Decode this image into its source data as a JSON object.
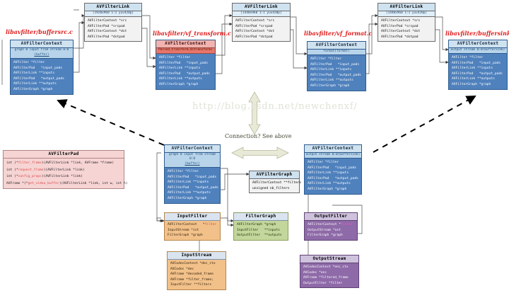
{
  "diagram": {
    "watermark": "http://blog.csdn.net/newchenxf/",
    "connection_note": "Connection? See above",
    "file_labels": [
      {
        "id": "buffersrc",
        "text": "libavfilter/buffersrc.c"
      },
      {
        "id": "transform",
        "text": "libavfilter/vf_transform.c"
      },
      {
        "id": "format",
        "text": "libavfilter/vf_format.c"
      },
      {
        "id": "buffersink",
        "text": "libavfilter/buffersink.c"
      }
    ],
    "boxes": {
      "link_left": {
        "title": "AVFilterLink",
        "subtitle": "[1920x960 1:1 yuv420p]",
        "rows": [
          "AVFilterContext *src",
          "AVFilterPad *srcpad",
          "AVFilterContext *dst",
          "AVFilterPad *dstpad"
        ]
      },
      "link_mid": {
        "title": "AVFilterLink",
        "subtitle": "[1440x960 1:1 yuv420p]",
        "rows": [
          "AVFilterContext *src",
          "AVFilterPad *srcpad",
          "AVFilterContext *dst",
          "AVFilterPad *dstpad"
        ]
      },
      "link_right": {
        "title": "AVFilterLink",
        "subtitle": "[1440x960 1:1 yuv420p]",
        "rows": [
          "AVFilterContext *src",
          "AVFilterPad *srcpad",
          "AVFilterContext *dst",
          "AVFilterPad *dstpad"
        ]
      },
      "ctx_buffersrc": {
        "title": "AVFilterContext",
        "subtitle": "graph 0 input from stream 0:0",
        "subtitle2": "(buffer)",
        "rows": [
          "AVFilter *filter",
          "AVFilterPad   *input_pads",
          "AVFilterLink **inputs",
          "AVFilterPad   *output_pads",
          "AVFilterLink **outputs",
          "AVFilterGraph *graph"
        ]
      },
      "ctx_transform": {
        "title": "AVFilterContext",
        "subtitle": "Parsed_transform_0(transform)",
        "rows": [
          "AVFilter *filter",
          "AVFilterPad   *input_pads",
          "AVFilterLink **inputs",
          "AVFilterPad   *output_pads",
          "AVFilterLink **outputs",
          "AVFilterGraph *graph"
        ]
      },
      "ctx_format": {
        "title": "AVFilterContext",
        "subtitle": "format(format)",
        "rows": [
          "AVFilter *filter",
          "AVFilterPad   *input_pads",
          "AVFilterLink **inputs",
          "AVFilterPad   *output_pads",
          "AVFilterLink **outputs",
          "AVFilterGraph *graph"
        ]
      },
      "ctx_buffersink": {
        "title": "AVFilterContext",
        "subtitle": "output stream 0:0(buffersink)",
        "rows": [
          "AVFilter *filter",
          "AVFilterPad   *input_pads",
          "AVFilterLink **inputs",
          "AVFilterPad   *output_pads",
          "AVFilterLink **outputs",
          "AVFilterGraph *graph"
        ]
      },
      "avfilterpad": {
        "title": "AVFilterPad",
        "rows": [
          {
            "pre": "int (*",
            "hl": "filter_frame",
            "post": ")(AVFilterLink *link, AVFrame *frame)"
          },
          {
            "pre": "int (*",
            "hl": "request_frame",
            "post": ")(AVFilterLink *link)"
          },
          {
            "pre": "int (*",
            "hl": "config_props",
            "post": ")(AVFilterLink *link)"
          },
          {
            "pre": "AVFrame *(*",
            "hl": "get_video_buffer",
            "post": ")(AVFilterLink *link, int w, int h)"
          }
        ]
      },
      "ctx_bottom_src": {
        "title": "AVFilterContext",
        "subtitle": "graph 0 input from stream 0:0",
        "subtitle2": "(buffer)",
        "rows": [
          "AVFilter *filter",
          "AVFilterPad   *input_pads",
          "AVFilterLink **inputs",
          "AVFilterPad   *output_pads",
          "AVFilterLink **outputs",
          "AVFilterGraph *graph"
        ]
      },
      "ctx_bottom_sink": {
        "title": "AVFilterContext",
        "subtitle": "output stream 0:0(buffersink)",
        "rows": [
          "AVFilter *filter",
          "AVFilterPad   *input_pads",
          "AVFilterLink **inputs",
          "AVFilterPad   *output_pads",
          "AVFilterLink **outputs",
          "AVFilterGraph *graph"
        ]
      },
      "avfiltergraph": {
        "title": "AVFilterGraph",
        "rows": [
          "AVFilterContext **filters",
          "unsigned nb_filters"
        ]
      },
      "inputfilter": {
        "title": "InputFilter",
        "rows": [
          {
            "pre": "AVFilterContext   *",
            "hl": "filter",
            "post": ""
          },
          {
            "pre": "InputStream *ist",
            "hl": "",
            "post": ""
          },
          {
            "pre": "FilterGraph *graph",
            "hl": "",
            "post": ""
          }
        ]
      },
      "filtergraph": {
        "title": "FilterGraph",
        "rows": [
          "AVFilterGraph *graph",
          "InputFilter   **inputs",
          "OutputFilter  **outputs"
        ]
      },
      "outputfilter": {
        "title": "OutputFilter",
        "rows": [
          {
            "pre": "AVFilterContext *",
            "hl": "filter",
            "post": ""
          },
          {
            "pre": "OutputStream *ost",
            "hl": "",
            "post": ""
          },
          {
            "pre": "FilterGraph *graph",
            "hl": "",
            "post": ""
          }
        ]
      },
      "inputstream": {
        "title": "InputStream",
        "rows": [
          {
            "pre": "",
            "hl": "AVCodecContext *dec_ctx",
            "post": ""
          },
          {
            "pre": "AVCodec *dec",
            "hl": "",
            "post": ""
          },
          {
            "pre": "AVFrame *decoded_frame",
            "hl": "",
            "post": ""
          },
          {
            "pre": "AVFrame *filter_frame;",
            "hl": "",
            "post": ""
          },
          {
            "pre": "InputFilter **filters",
            "hl": "",
            "post": ""
          }
        ]
      },
      "outputstream": {
        "title": "OutputStream",
        "rows": [
          {
            "pre": "",
            "hl": "AVCodecContext *enc_ctx",
            "post": ""
          },
          {
            "pre": "AVCodec *enc",
            "hl": "",
            "post": ""
          },
          {
            "pre": "AVFrame *filtered_frame",
            "hl": "",
            "post": ""
          },
          {
            "pre": "OutputFilter *filter",
            "hl": "",
            "post": ""
          }
        ]
      }
    },
    "colors": {
      "file_label": "#e02020",
      "ctx_fill": "#4f81bd",
      "transform_accent": "#e8766a",
      "pad_fill": "#f7d4d4",
      "inputfilter_fill": "#f2c18a",
      "filtergraph_fill": "#c3d69b",
      "outputfilter_fill": "#8e6aa8",
      "watermark": "#dfe3d6",
      "big_arrow": "#e3e4cf"
    }
  }
}
